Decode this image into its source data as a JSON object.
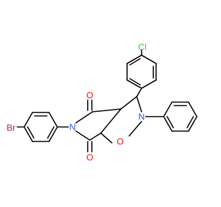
{
  "molecule": {
    "atoms": {
      "chlorine": "Cl",
      "bromine": "Br",
      "nitrogen_imide": "N",
      "nitrogen_isoxazolidine": "N",
      "oxygen_ring": "O",
      "oxygen_carbonyl_top": "O",
      "oxygen_carbonyl_bottom": "O"
    }
  },
  "colors": {
    "bond": "#000000",
    "chlorine": "#33cc33",
    "bromine": "#a62929",
    "nitrogen": "#3050f8",
    "oxygen": "#ff0d0d"
  }
}
